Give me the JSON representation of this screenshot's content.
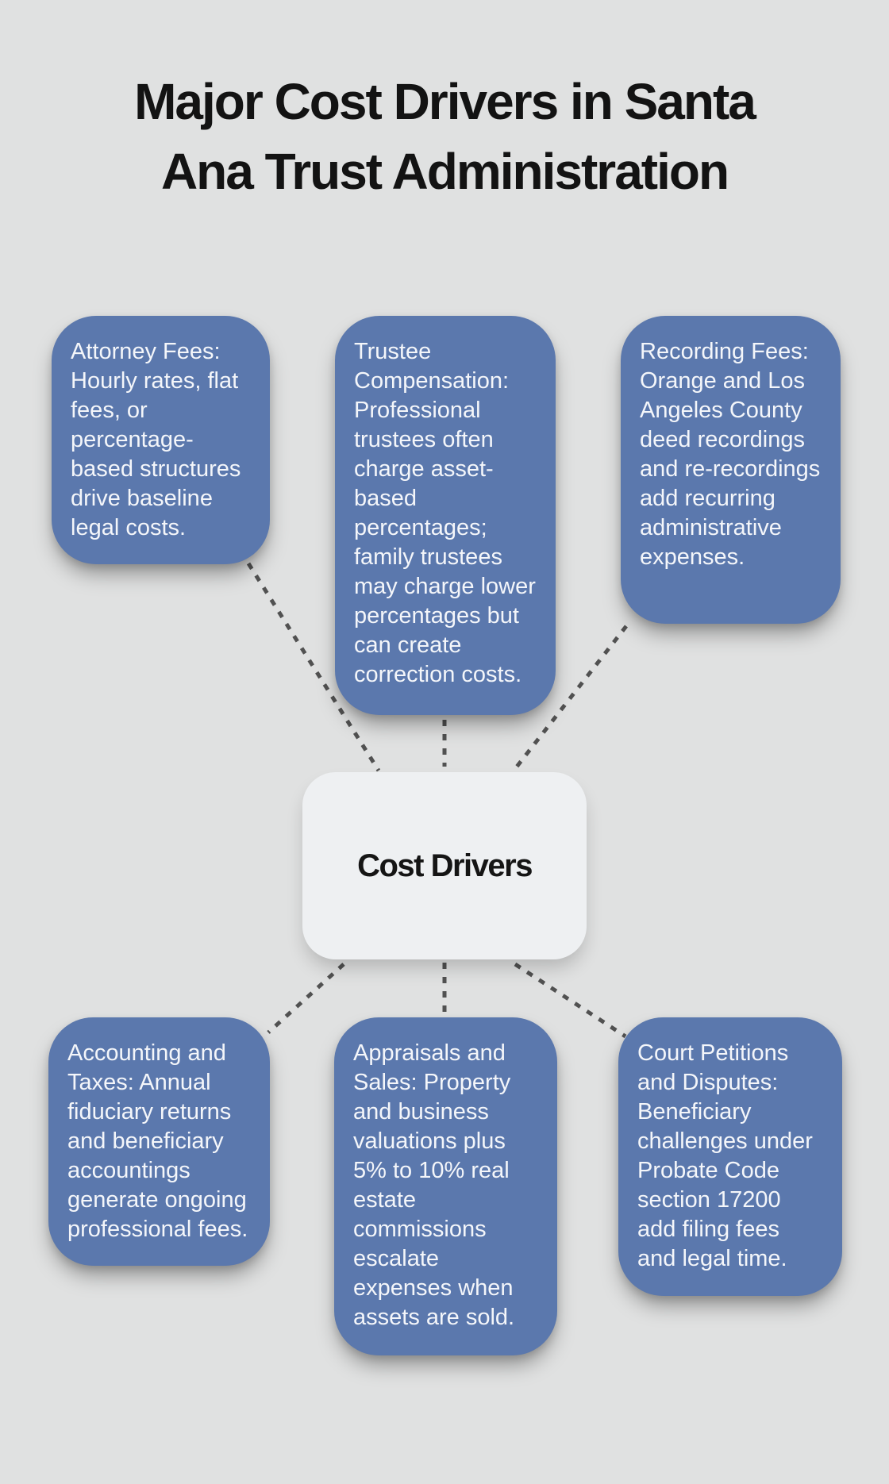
{
  "title": {
    "line1": "Major Cost Drivers in Santa",
    "line2": "Ana Trust Administration"
  },
  "center": {
    "label": "Cost Drivers"
  },
  "nodes": [
    {
      "id": "attorney-fees",
      "text": "Attorney Fees: Hourly rates, flat fees, or percentage-based structures drive baseline legal costs."
    },
    {
      "id": "trustee-compensation",
      "text": "Trustee Compensation: Professional trustees often charge asset-based percentages; family trustees may charge lower percentages but can create correction costs."
    },
    {
      "id": "recording-fees",
      "text": "Recording Fees: Orange and Los Angeles County deed recordings and re-recordings add recurring administrative expenses."
    },
    {
      "id": "accounting-and-taxes",
      "text": "Accounting and Taxes: Annual fiduciary returns and beneficiary accountings generate ongoing professional fees."
    },
    {
      "id": "appraisals-and-sales",
      "text": "Appraisals and Sales: Property and business valuations plus 5% to 10% real estate commissions escalate expenses when assets are sold."
    },
    {
      "id": "court-petitions-and-disputes",
      "text": "Court Petitions and Disputes: Beneficiary challenges under Probate Code section 17200 add filing fees and legal time."
    }
  ],
  "colors": {
    "background": "#e0e1e1",
    "node_fill": "#5b78ad",
    "node_text": "#f4f6fa",
    "center_fill": "#eef0f2",
    "center_text": "#151515",
    "connector": "#515151",
    "title_text": "#131313"
  }
}
